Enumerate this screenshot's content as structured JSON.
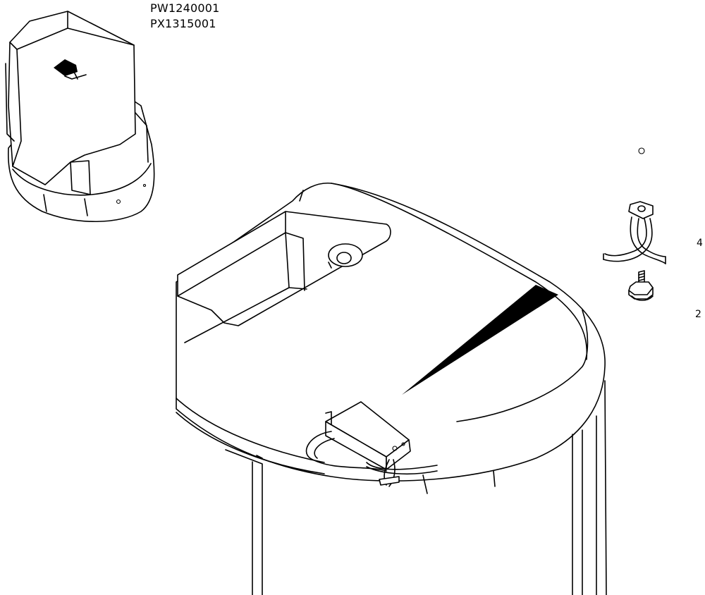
{
  "serials": [
    "PW1240001",
    "PX1315001"
  ],
  "callouts": {
    "item_4": "4",
    "item_2": "2"
  }
}
